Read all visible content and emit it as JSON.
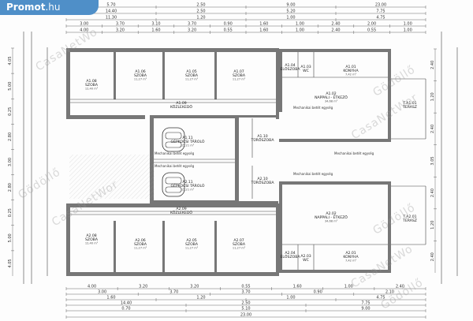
{
  "header": {
    "brand": "Promot",
    "tld": ".hu"
  },
  "watermarks": [
    "CasaNetWo",
    "Gödöllő",
    "CasaNetWor",
    "Gödöllő",
    "CasaNetWor",
    "Gödöllő",
    "CasaNetWo",
    "Gödöllő"
  ],
  "colors": {
    "badge": "#4f8fc8",
    "wall": "#777777",
    "line": "#333333",
    "hatch": "#a8a8a8"
  },
  "dimensions": {
    "top": {
      "row1": [
        "5.70",
        "2.50",
        "9.00",
        "23.00"
      ],
      "row2": [
        "14.40",
        "2.50",
        "5.20",
        "7.75"
      ],
      "row3": [
        "11.30",
        "1.20",
        "1.00",
        "4.75"
      ],
      "row4": [
        "3.00",
        "3.70",
        "3.10",
        "3.70",
        "0.90",
        "1.60",
        "1.00",
        "2.40",
        "2.00",
        "1.00"
      ],
      "row5": [
        "4.00",
        "3.20",
        "1.60",
        "3.20",
        "0.55",
        "1.60",
        "1.00",
        "2.40",
        "0.55",
        "1.00"
      ]
    },
    "bottom": {
      "row1": [
        "4.00",
        "3.20",
        "3.20",
        "0.55",
        "1.60",
        "1.00",
        "2.40"
      ],
      "row2": [
        "3.00",
        "3.70",
        "3.70",
        "0.90",
        "2.10"
      ],
      "row3": [
        "1.60",
        "1.20",
        "1.00",
        "4.75"
      ],
      "row4": [
        "14.40",
        "2.50",
        "7.75"
      ],
      "row5": [
        "0.70",
        "5.10",
        "9.00"
      ],
      "row6": [
        "23.00"
      ]
    },
    "left": [
      "4.05",
      "5.00",
      "0.25",
      "2.80",
      "3.00",
      "2.80",
      "0.25",
      "5.00",
      "4.05"
    ],
    "right": [
      "2.40",
      "1.20",
      "2.40",
      "3.05",
      "2.40",
      "1.20",
      "2.40"
    ]
  },
  "rooms": [
    {
      "code": "A1.08",
      "name": "SZOBA",
      "area": "12,40 m²"
    },
    {
      "code": "A1.06",
      "name": "SZOBA",
      "area": "11,27 m²"
    },
    {
      "code": "A1.05",
      "name": "SZOBA",
      "area": "11,27 m²"
    },
    {
      "code": "A1.07",
      "name": "SZOBA",
      "area": "11,27 m²"
    },
    {
      "code": "A1.09",
      "name": "KÖZLEKEDŐ",
      "area": ""
    },
    {
      "code": "A1.04",
      "name": "ELŐSZOBA",
      "area": ""
    },
    {
      "code": "A1.03",
      "name": "WC",
      "area": ""
    },
    {
      "code": "A1.01",
      "name": "KONYHA",
      "area": "7,42 m²"
    },
    {
      "code": "A1.02",
      "name": "NAPPALI - ÉTKEZŐ",
      "area": "34,68 m²"
    },
    {
      "code": "T.A1.01",
      "name": "TERASZ",
      "area": ""
    },
    {
      "code": "A1.11",
      "name": "GÉPKOCSI TÁROLÓ",
      "area": "15,21 m²"
    },
    {
      "code": "A1.10",
      "name": "TÜRÖSZOBA",
      "area": ""
    },
    {
      "code": "A2.11",
      "name": "GÉPKOCSI TÁROLÓ",
      "area": "15,21 m²"
    },
    {
      "code": "A2.10",
      "name": "TÜRÖSZOBA",
      "area": ""
    },
    {
      "code": "A2.09",
      "name": "KÖZLEKEDŐ",
      "area": ""
    },
    {
      "code": "A2.02",
      "name": "NAPPALI - ÉTKEZŐ",
      "area": "34,68 m²"
    },
    {
      "code": "T.A2.01",
      "name": "TERASZ",
      "area": ""
    },
    {
      "code": "A2.08",
      "name": "SZOBA",
      "area": "12,40 m²"
    },
    {
      "code": "A2.06",
      "name": "SZOBA",
      "area": "11,27 m²"
    },
    {
      "code": "A2.05",
      "name": "SZOBA",
      "area": "11,27 m²"
    },
    {
      "code": "A2.07",
      "name": "SZOBA",
      "area": "11,27 m²"
    },
    {
      "code": "A2.04",
      "name": "ELŐSZOBA",
      "area": ""
    },
    {
      "code": "A2.03",
      "name": "WC",
      "area": ""
    },
    {
      "code": "A2.01",
      "name": "KONYHA",
      "area": "7,42 m²"
    }
  ],
  "notes": {
    "wall_note": "Mechanikai betét egység"
  }
}
